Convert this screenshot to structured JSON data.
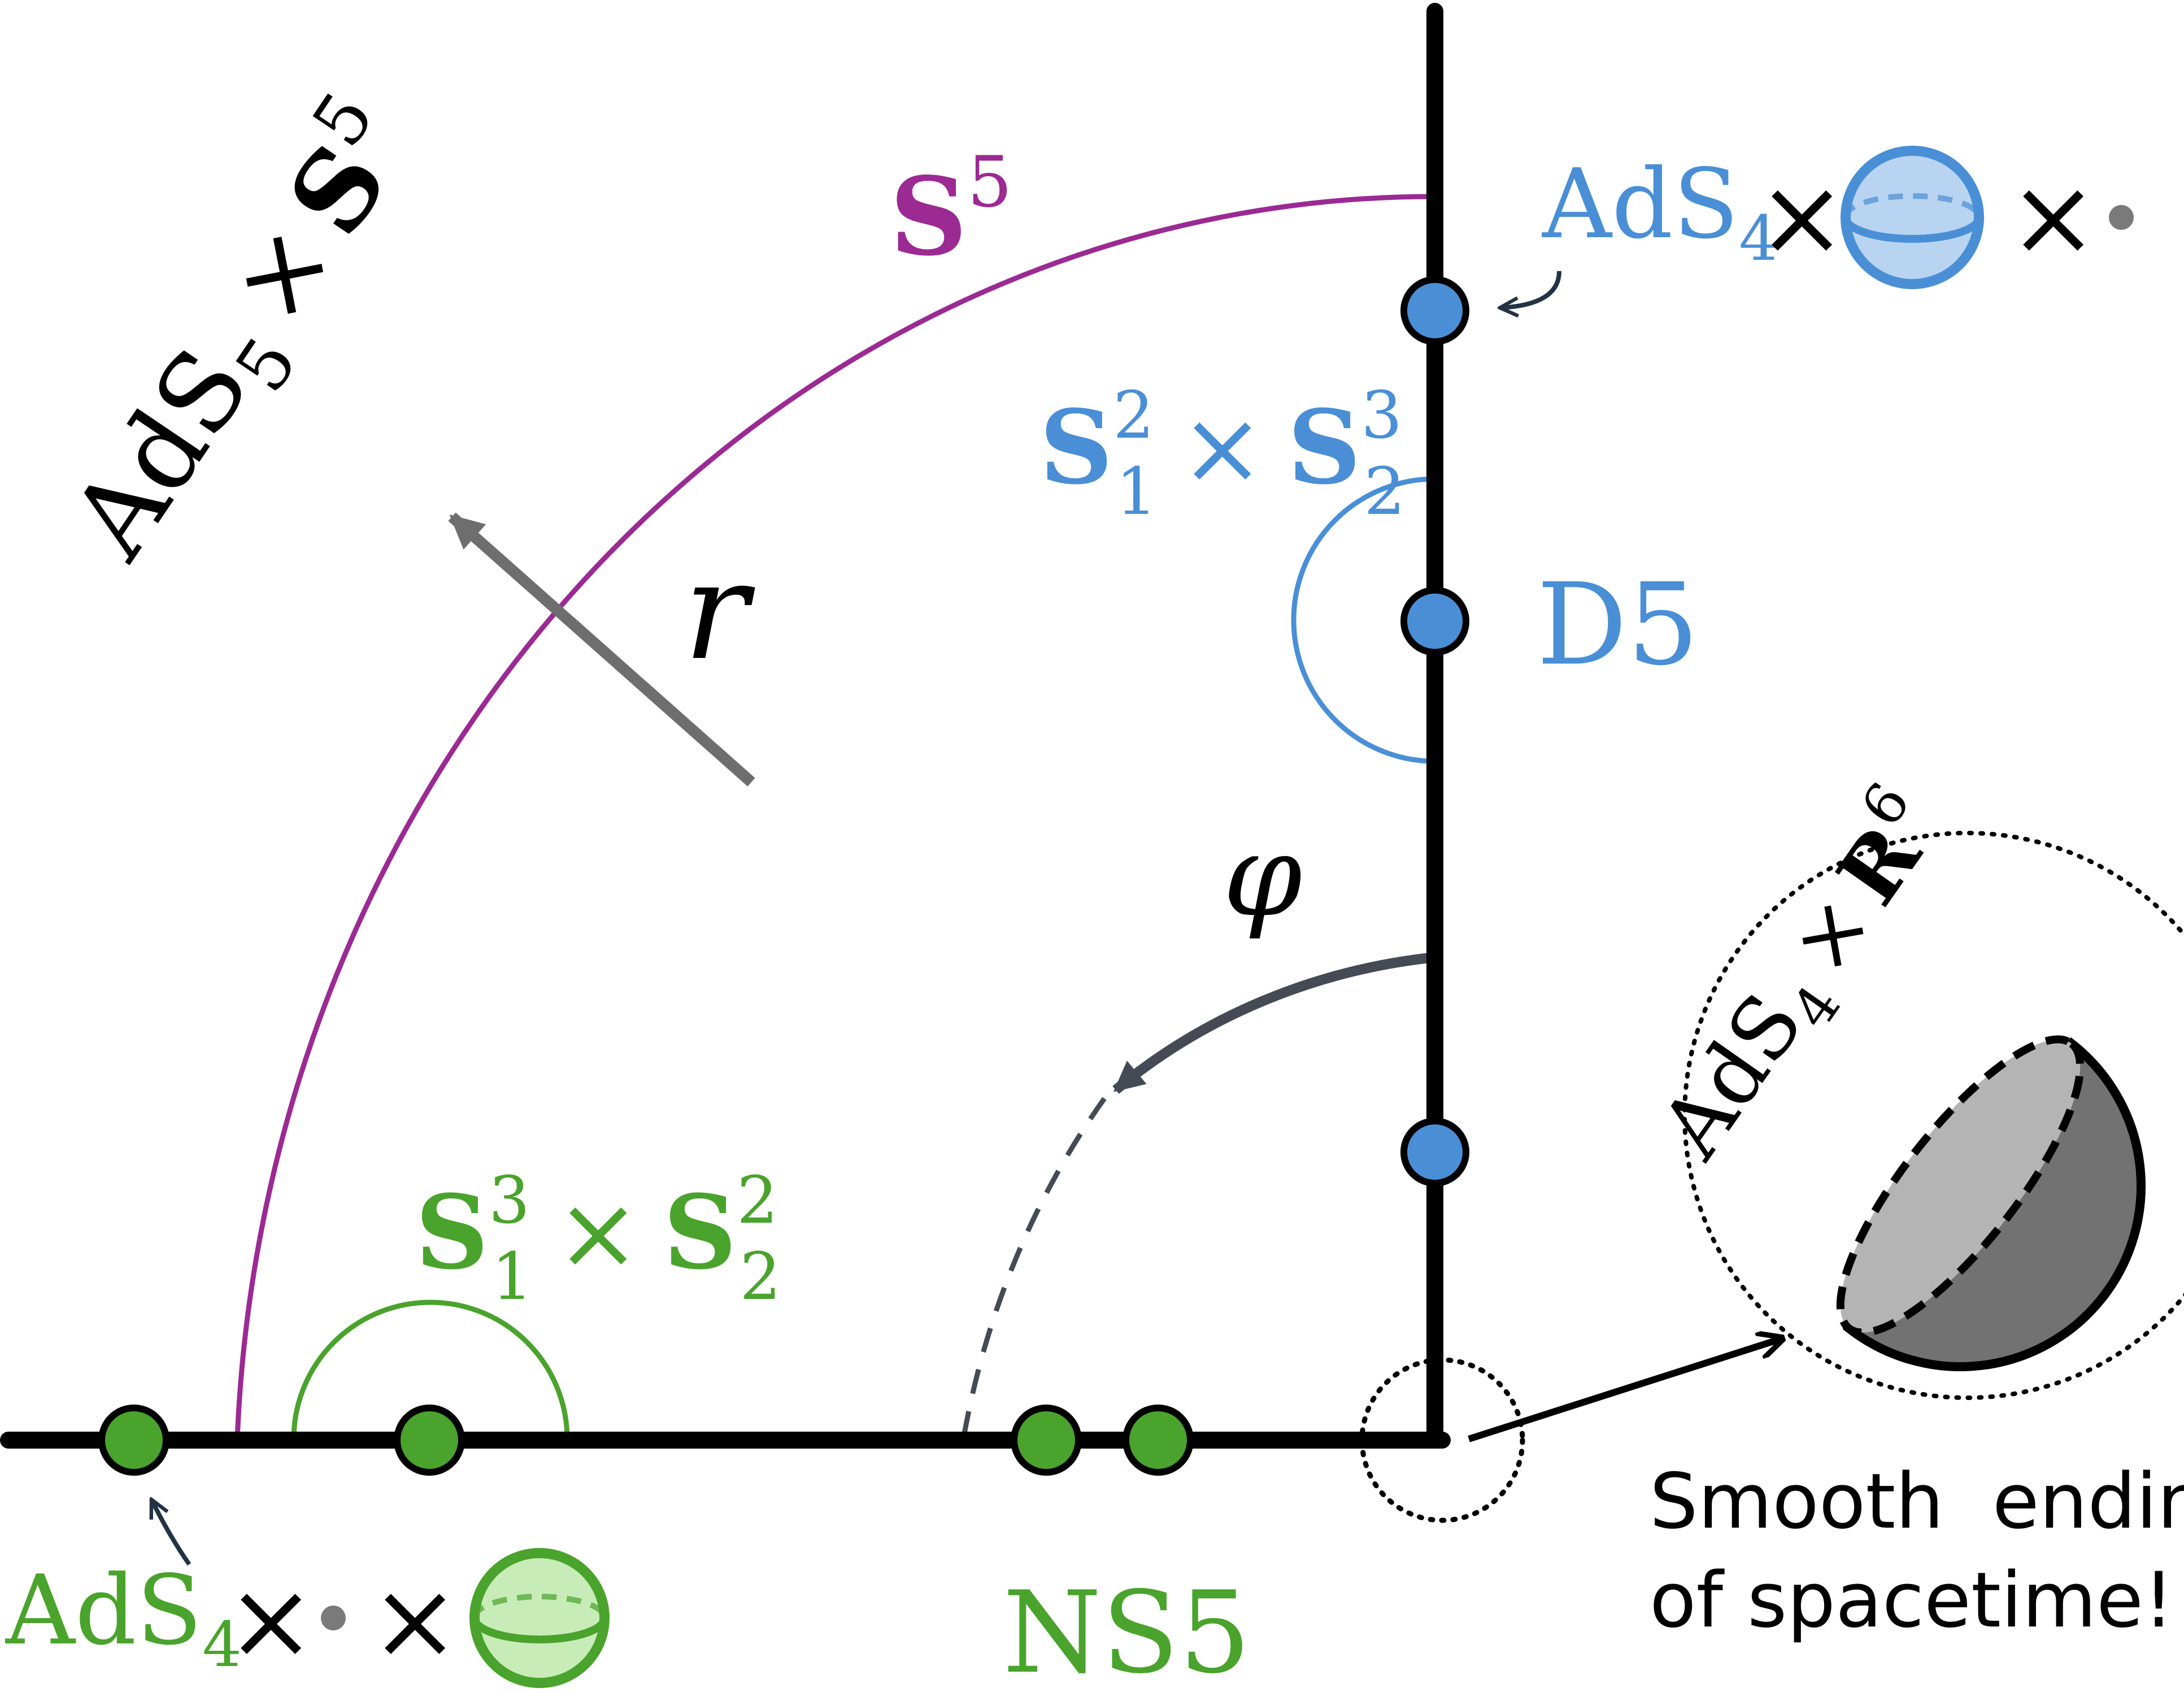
{
  "labels": {
    "ads5_base": "AdS",
    "ads5_sub": "5",
    "times": "×",
    "s_bold": "S",
    "s5_sup": "5",
    "s5_arc_base": "S",
    "s5_arc_sup": "5",
    "r": "r",
    "phi": "φ",
    "d5": "D5",
    "ns5": "NS5",
    "ads4_top_base": "AdS",
    "ads4_top_sub": "4",
    "ads4_bottom_base": "AdS",
    "ads4_bottom_sub": "4",
    "blue_s": "S",
    "blue_s_sup1": "2",
    "blue_s_sub1": "1",
    "blue_s_sup2": "3",
    "blue_s_sub2": "2",
    "green_s": "S",
    "green_s_sup1": "3",
    "green_s_sub1": "1",
    "green_s_sup2": "2",
    "green_s_sub2": "2",
    "inset_ads": "AdS",
    "inset_ads_sub": "4",
    "inset_r": "R",
    "inset_r_sup": "6",
    "smooth_line1": "Smooth  ending",
    "smooth_line2": "of spacetime!"
  },
  "colors": {
    "axis": "#000000",
    "s5_arc": "#9b2a93",
    "d5_blue": "#4a8fd6",
    "ns5_green": "#4aa32c",
    "arrow_gray": "#6e6e6e",
    "phi_arrow": "#454a55",
    "sphere_blue": "#b8d4f0",
    "sphere_green": "#c8ecb8",
    "hemi_light": "#b4b4b4",
    "hemi_dark": "#727272"
  }
}
